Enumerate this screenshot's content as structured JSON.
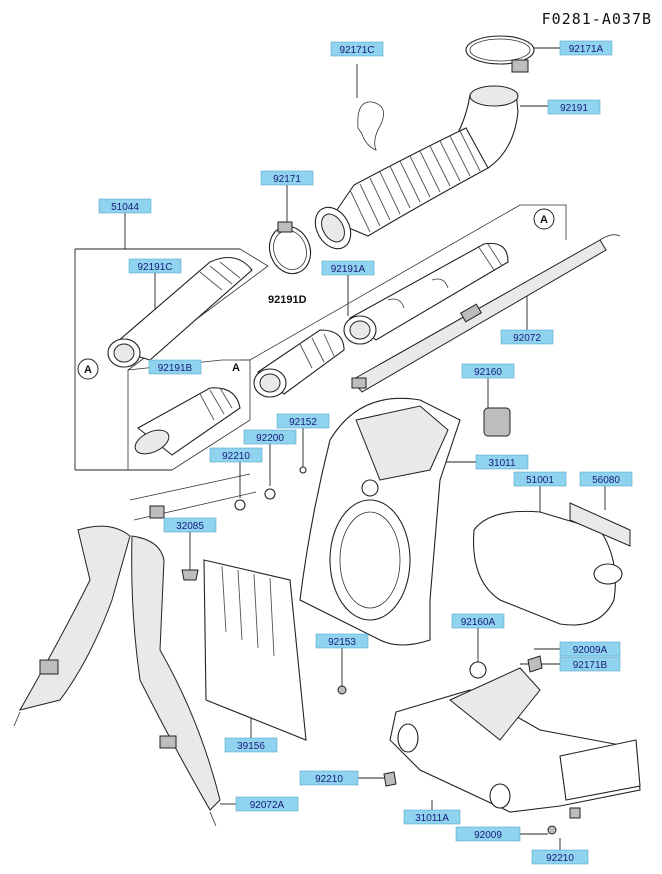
{
  "reference_code": "F0281-A037B",
  "callouts": [
    "A",
    "A"
  ],
  "inline_marker": "A",
  "plain_part_number": "92191D",
  "parts": [
    {
      "id": "92171C"
    },
    {
      "id": "92171A"
    },
    {
      "id": "92191"
    },
    {
      "id": "92171"
    },
    {
      "id": "51044"
    },
    {
      "id": "92191C"
    },
    {
      "id": "92191A"
    },
    {
      "id": "92072"
    },
    {
      "id": "92191B"
    },
    {
      "id": "92160"
    },
    {
      "id": "92152"
    },
    {
      "id": "92200"
    },
    {
      "id": "92210"
    },
    {
      "id": "31011"
    },
    {
      "id": "51001"
    },
    {
      "id": "56080"
    },
    {
      "id": "32085"
    },
    {
      "id": "92160A"
    },
    {
      "id": "92153"
    },
    {
      "id": "92009A"
    },
    {
      "id": "92171B"
    },
    {
      "id": "39156"
    },
    {
      "id": "92210"
    },
    {
      "id": "31011A"
    },
    {
      "id": "92072A"
    },
    {
      "id": "92009"
    },
    {
      "id": "92210"
    }
  ]
}
